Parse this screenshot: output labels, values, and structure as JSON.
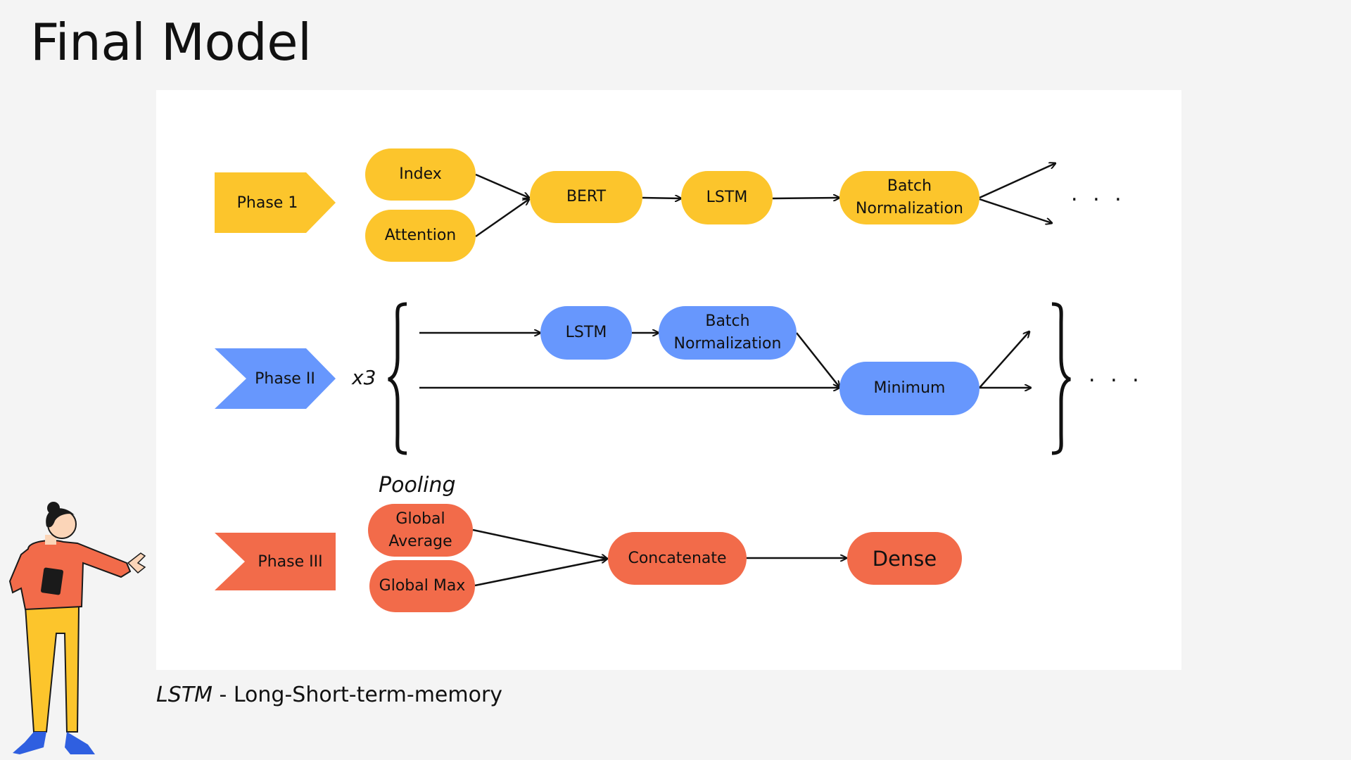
{
  "slide": {
    "title": "Final Model",
    "footnote": {
      "abbr": "LSTM",
      "definition": " - Long-Short-term-memory"
    }
  },
  "colors": {
    "phase1": "#fcc52c",
    "phase2": "#6797fd",
    "phase3": "#f26b4a",
    "panel": "#ffffff",
    "background": "#f4f4f4"
  },
  "phase1": {
    "label": "Phase 1",
    "nodes": {
      "index": "Index",
      "attention": "Attention",
      "bert": "BERT",
      "lstm": "LSTM",
      "batch_norm": "Batch\nNormalization"
    },
    "continuation": ". . ."
  },
  "phase2": {
    "label": "Phase II",
    "repeat": "x3",
    "nodes": {
      "lstm": "LSTM",
      "batch_norm": "Batch\nNormalization",
      "minimum": "Minimum"
    },
    "continuation": ". . ."
  },
  "phase3": {
    "label": "Phase III",
    "group_label": "Pooling",
    "nodes": {
      "global_average": "Global\nAverage",
      "global_max": "Global Max",
      "concatenate": "Concatenate",
      "dense": "Dense"
    }
  }
}
